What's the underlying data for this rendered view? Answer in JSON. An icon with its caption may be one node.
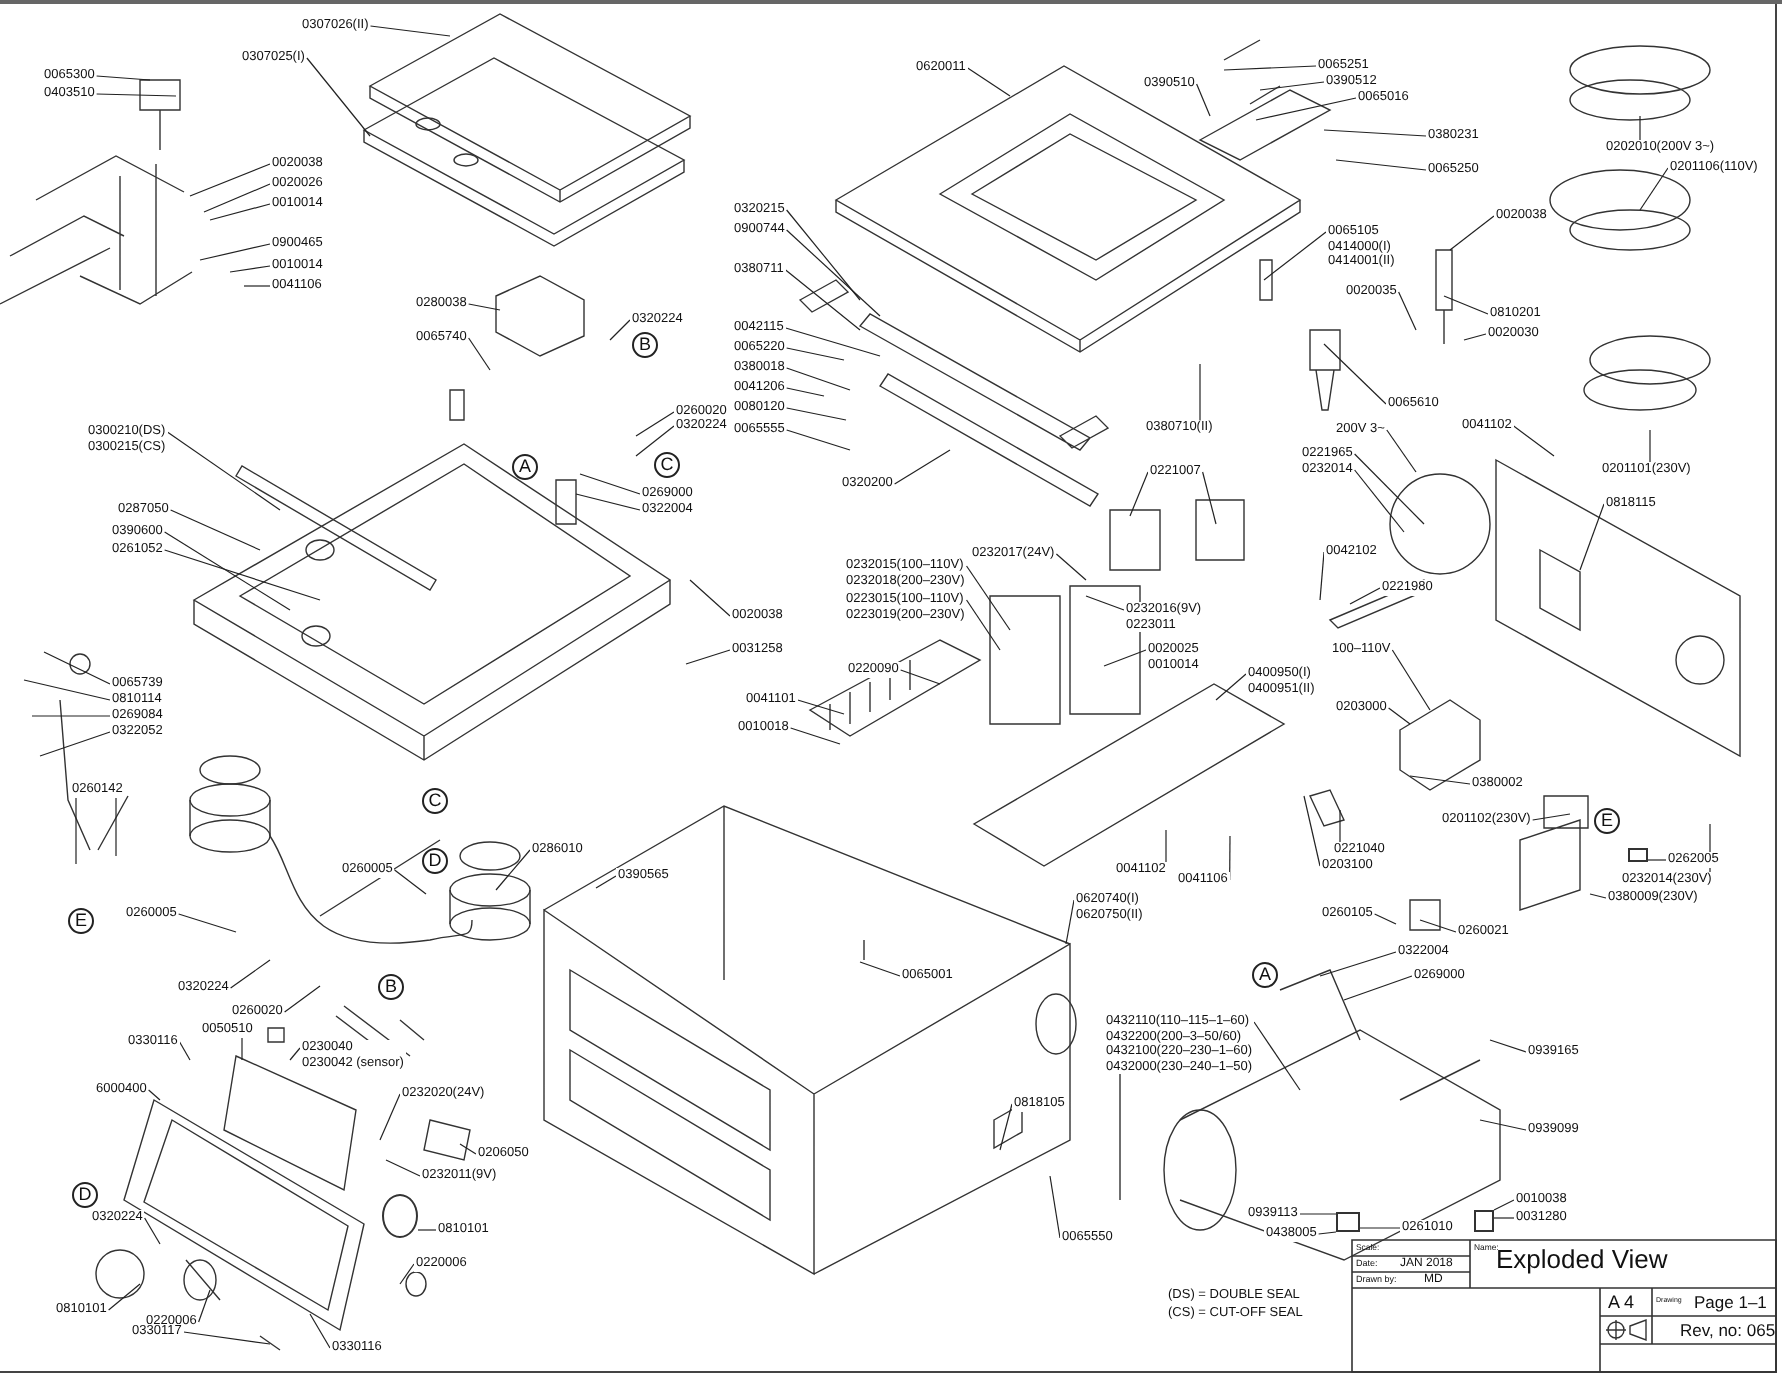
{
  "diagram": {
    "nodes": [
      {
        "text": [
          "0065300"
        ]
      },
      {
        "text": [
          "0403510"
        ]
      },
      {
        "text": [
          "0307026(II)"
        ]
      },
      {
        "text": [
          "0307025(I)"
        ]
      },
      {
        "text": [
          "0020038"
        ]
      },
      {
        "text": [
          "0020026"
        ]
      },
      {
        "text": [
          "0010014"
        ]
      },
      {
        "text": [
          "0900465"
        ]
      },
      {
        "text": [
          "0010014"
        ]
      },
      {
        "text": [
          "0041106"
        ]
      },
      {
        "text": [
          "0620011"
        ]
      },
      {
        "text": [
          "0390510"
        ]
      },
      {
        "text": [
          "0065251"
        ]
      },
      {
        "text": [
          "0390512"
        ]
      },
      {
        "text": [
          "0065016"
        ]
      },
      {
        "text": [
          "0380231"
        ]
      },
      {
        "text": [
          "0065250"
        ]
      },
      {
        "text": [
          "0202010(200V 3~)"
        ]
      },
      {
        "text": [
          "0201106(110V)"
        ]
      },
      {
        "text": [
          "0320215"
        ]
      },
      {
        "text": [
          "0900744"
        ]
      },
      {
        "text": [
          "0020038"
        ]
      },
      {
        "text": [
          "0065105",
          "0414000(I)",
          "0414001(II)"
        ]
      },
      {
        "text": [
          "0380711"
        ]
      },
      {
        "text": [
          "0020035"
        ]
      },
      {
        "text": [
          "0280038"
        ]
      },
      {
        "text": [
          "0810201"
        ]
      },
      {
        "text": [
          "0042115"
        ]
      },
      {
        "text": [
          "0020030"
        ]
      },
      {
        "text": [
          "0065740"
        ]
      },
      {
        "text": [
          "0065220"
        ]
      },
      {
        "text": [
          "0380018"
        ]
      },
      {
        "text": [
          "0041206"
        ]
      },
      {
        "text": [
          "0065610"
        ]
      },
      {
        "text": [
          "0080120"
        ]
      },
      {
        "text": [
          "0320224"
        ]
      },
      {
        "text": [
          "0260020"
        ]
      },
      {
        "text": [
          "0320224"
        ]
      },
      {
        "text": [
          "0065555"
        ]
      },
      {
        "text": [
          "0300210(DS)",
          "0300215(CS)"
        ]
      },
      {
        "text": [
          "0380710(II)"
        ]
      },
      {
        "text": [
          "200V 3~"
        ]
      },
      {
        "text": [
          "0041102"
        ]
      },
      {
        "text": [
          "0221965"
        ]
      },
      {
        "text": [
          "0232014"
        ]
      },
      {
        "text": [
          "0201101(230V)"
        ]
      },
      {
        "text": [
          "0221007"
        ]
      },
      {
        "text": [
          "0320200"
        ]
      },
      {
        "text": [
          "0269000"
        ]
      },
      {
        "text": [
          "0322004"
        ]
      },
      {
        "text": [
          "0818115"
        ]
      },
      {
        "text": [
          "0287050"
        ]
      },
      {
        "text": [
          "0390600"
        ]
      },
      {
        "text": [
          "0261052"
        ]
      },
      {
        "text": [
          "0042102"
        ]
      },
      {
        "text": [
          "0232017(24V)"
        ]
      },
      {
        "text": [
          "0232015(100–110V)",
          "0232018(200–230V)"
        ]
      },
      {
        "text": [
          "0221980"
        ]
      },
      {
        "text": [
          "0223015(100–110V)",
          "0223019(200–230V)"
        ]
      },
      {
        "text": [
          "0232016(9V)",
          "0223011"
        ]
      },
      {
        "text": [
          "0020038"
        ]
      },
      {
        "text": [
          "0020025",
          "0010014"
        ]
      },
      {
        "text": [
          "0031258"
        ]
      },
      {
        "text": [
          "100–110V"
        ]
      },
      {
        "text": [
          "0220090"
        ]
      },
      {
        "text": [
          "0400950(I)",
          "0400951(II)"
        ]
      },
      {
        "text": [
          "0065739"
        ]
      },
      {
        "text": [
          "0810114"
        ]
      },
      {
        "text": [
          "0269084"
        ]
      },
      {
        "text": [
          "0322052"
        ]
      },
      {
        "text": [
          "0041101"
        ]
      },
      {
        "text": [
          "0010018"
        ]
      },
      {
        "text": [
          "0203000"
        ]
      },
      {
        "text": [
          "0380002"
        ]
      },
      {
        "text": [
          "0260142"
        ]
      },
      {
        "text": [
          "0201102(230V)"
        ]
      },
      {
        "text": [
          "0286010"
        ]
      },
      {
        "text": [
          "0221040"
        ]
      },
      {
        "text": [
          "0262005"
        ]
      },
      {
        "text": [
          "0203100"
        ]
      },
      {
        "text": [
          "0041102"
        ]
      },
      {
        "text": [
          "0260005"
        ]
      },
      {
        "text": [
          "0390565"
        ]
      },
      {
        "text": [
          "0041106"
        ]
      },
      {
        "text": [
          "0232014(230V)"
        ]
      },
      {
        "text": [
          "0380009(230V)"
        ]
      },
      {
        "text": [
          "0620740(I)",
          "0620750(II)"
        ]
      },
      {
        "text": [
          "0260005"
        ]
      },
      {
        "text": [
          "0260105"
        ]
      },
      {
        "text": [
          "0260021"
        ]
      },
      {
        "text": [
          "0322004"
        ]
      },
      {
        "text": [
          "0065001"
        ]
      },
      {
        "text": [
          "0269000"
        ]
      },
      {
        "text": [
          "0320224"
        ]
      },
      {
        "text": [
          "0260020"
        ]
      },
      {
        "text": [
          "0432110(110–115–1–60)",
          "0432200(200–3–50/60)",
          "0432100(220–230–1–60)",
          "0432000(230–240–1–50)"
        ]
      },
      {
        "text": [
          "0050510"
        ]
      },
      {
        "text": [
          "0330116"
        ]
      },
      {
        "text": [
          "0230040",
          "0230042 (sensor)"
        ]
      },
      {
        "text": [
          "0939165"
        ]
      },
      {
        "text": [
          "6000400"
        ]
      },
      {
        "text": [
          "0232020(24V)"
        ]
      },
      {
        "text": [
          "0818105"
        ]
      },
      {
        "text": [
          "0939099"
        ]
      },
      {
        "text": [
          "0206050"
        ]
      },
      {
        "text": [
          "0232011(9V)"
        ]
      },
      {
        "text": [
          "0010038"
        ]
      },
      {
        "text": [
          "0939113"
        ]
      },
      {
        "text": [
          "0320224"
        ]
      },
      {
        "text": [
          "0031280"
        ]
      },
      {
        "text": [
          "0810101"
        ]
      },
      {
        "text": [
          "0438005"
        ]
      },
      {
        "text": [
          "0065550"
        ]
      },
      {
        "text": [
          "0261010"
        ]
      },
      {
        "text": [
          "0220006"
        ]
      },
      {
        "text": [
          "0810101"
        ]
      },
      {
        "text": [
          "0220006"
        ]
      },
      {
        "text": [
          "0330117"
        ]
      },
      {
        "text": [
          "0330116"
        ]
      },
      {
        "text": [],
        "shape": "box"
      },
      {
        "text": [],
        "shape": "box"
      },
      {
        "text": [],
        "shape": "circle"
      },
      {
        "text": [],
        "shape": "box"
      }
    ],
    "edges": [
      {
        "from": 0,
        "to": null,
        "arrow": "none"
      },
      {
        "from": 1,
        "to": null,
        "arrow": "none"
      },
      {
        "from": 2,
        "to": null,
        "arrow": "none"
      },
      {
        "from": 3,
        "to": null,
        "arrow": "none"
      },
      {
        "from": 4,
        "to": null,
        "arrow": "none"
      },
      {
        "from": 5,
        "to": null,
        "arrow": "none"
      },
      {
        "from": 6,
        "to": null,
        "arrow": "none"
      },
      {
        "from": 7,
        "to": null,
        "arrow": "none"
      },
      {
        "from": 8,
        "to": null,
        "arrow": "none"
      },
      {
        "from": 9,
        "to": null,
        "arrow": "none"
      },
      {
        "from": 10,
        "to": null,
        "arrow": "none"
      },
      {
        "from": 11,
        "to": null,
        "arrow": "none"
      },
      {
        "from": 12,
        "to": null,
        "arrow": "none"
      },
      {
        "from": 13,
        "to": null,
        "arrow": "none"
      },
      {
        "from": 14,
        "to": null,
        "arrow": "none"
      },
      {
        "from": 15,
        "to": null,
        "arrow": "none"
      },
      {
        "from": 16,
        "to": null,
        "arrow": "none"
      },
      {
        "from": 17,
        "to": null,
        "arrow": "none"
      },
      {
        "from": 18,
        "to": null,
        "arrow": "none"
      },
      {
        "from": 19,
        "to": null,
        "arrow": "none"
      },
      {
        "from": 20,
        "to": null,
        "arrow": "none"
      },
      {
        "from": 21,
        "to": null,
        "arrow": "none"
      },
      {
        "from": 22,
        "to": null,
        "arrow": "none"
      },
      {
        "from": 23,
        "to": null,
        "arrow": "none"
      },
      {
        "from": 24,
        "to": null,
        "arrow": "none"
      },
      {
        "from": 25,
        "to": null,
        "arrow": "none"
      },
      {
        "from": 26,
        "to": null,
        "arrow": "none"
      },
      {
        "from": 27,
        "to": null,
        "arrow": "none"
      },
      {
        "from": 28,
        "to": null,
        "arrow": "none"
      },
      {
        "from": 29,
        "to": null,
        "arrow": "none"
      },
      {
        "from": 30,
        "to": null,
        "arrow": "none"
      },
      {
        "from": 31,
        "to": null,
        "arrow": "none"
      },
      {
        "from": 32,
        "to": null,
        "arrow": "none"
      },
      {
        "from": 33,
        "to": null,
        "arrow": "none"
      },
      {
        "from": 34,
        "to": null,
        "arrow": "none"
      },
      {
        "from": 35,
        "to": null,
        "arrow": "none"
      },
      {
        "from": 36,
        "to": null,
        "arrow": "none"
      },
      {
        "from": 37,
        "to": null,
        "arrow": "none"
      },
      {
        "from": 38,
        "to": null,
        "arrow": "none"
      },
      {
        "from": 39,
        "to": null,
        "arrow": "none"
      },
      {
        "from": 40,
        "to": null,
        "arrow": "none"
      },
      {
        "from": 41,
        "to": null,
        "arrow": "none"
      },
      {
        "from": 42,
        "to": null,
        "arrow": "none"
      },
      {
        "from": 43,
        "to": null,
        "arrow": "none"
      },
      {
        "from": 44,
        "to": null,
        "arrow": "none"
      },
      {
        "from": 45,
        "to": null,
        "arrow": "none"
      },
      {
        "from": 46,
        "to": null,
        "arrow": "none"
      },
      {
        "from": 47,
        "to": null,
        "arrow": "none"
      },
      {
        "from": 48,
        "to": null,
        "arrow": "none"
      },
      {
        "from": 49,
        "to": null,
        "arrow": "none"
      },
      {
        "from": 50,
        "to": null,
        "arrow": "none"
      },
      {
        "from": 51,
        "to": null,
        "arrow": "none"
      },
      {
        "from": 52,
        "to": null,
        "arrow": "none"
      },
      {
        "from": 53,
        "to": null,
        "arrow": "none"
      },
      {
        "from": 54,
        "to": null,
        "arrow": "none"
      },
      {
        "from": 55,
        "to": null,
        "arrow": "none"
      },
      {
        "from": 56,
        "to": null,
        "arrow": "none"
      },
      {
        "from": 57,
        "to": null,
        "arrow": "none"
      },
      {
        "from": 58,
        "to": null,
        "arrow": "none"
      },
      {
        "from": 59,
        "to": null,
        "arrow": "none"
      },
      {
        "from": 60,
        "to": null,
        "arrow": "none"
      },
      {
        "from": 61,
        "to": null,
        "arrow": "none"
      },
      {
        "from": 62,
        "to": null,
        "arrow": "none"
      },
      {
        "from": 63,
        "to": null,
        "arrow": "none"
      },
      {
        "from": 64,
        "to": null,
        "arrow": "none"
      },
      {
        "from": 65,
        "to": null,
        "arrow": "none"
      },
      {
        "from": 66,
        "to": null,
        "arrow": "none"
      },
      {
        "from": 67,
        "to": null,
        "arrow": "none"
      },
      {
        "from": 68,
        "to": null,
        "arrow": "none"
      },
      {
        "from": 69,
        "to": null,
        "arrow": "none"
      },
      {
        "from": 70,
        "to": null,
        "arrow": "none"
      },
      {
        "from": 71,
        "to": null,
        "arrow": "none"
      },
      {
        "from": 72,
        "to": null,
        "arrow": "none"
      },
      {
        "from": 73,
        "to": null,
        "arrow": "none"
      },
      {
        "from": 74,
        "to": null,
        "arrow": "none"
      },
      {
        "from": 75,
        "to": null,
        "arrow": "none"
      },
      {
        "from": 76,
        "to": null,
        "arrow": "none"
      },
      {
        "from": 77,
        "to": null,
        "arrow": "none"
      },
      {
        "from": 78,
        "to": 119,
        "arrow": "none"
      },
      {
        "from": 79,
        "to": null,
        "arrow": "none"
      },
      {
        "from": 80,
        "to": null,
        "arrow": "none"
      },
      {
        "from": 81,
        "to": null,
        "arrow": "none"
      },
      {
        "from": 82,
        "to": null,
        "arrow": "none"
      },
      {
        "from": 83,
        "to": null,
        "arrow": "none"
      },
      {
        "from": 84,
        "to": null,
        "arrow": "none"
      },
      {
        "from": 85,
        "to": null,
        "arrow": "none"
      },
      {
        "from": 86,
        "to": null,
        "arrow": "none"
      },
      {
        "from": 87,
        "to": null,
        "arrow": "none"
      },
      {
        "from": 88,
        "to": null,
        "arrow": "none"
      },
      {
        "from": 89,
        "to": null,
        "arrow": "none"
      },
      {
        "from": 90,
        "to": null,
        "arrow": "none"
      },
      {
        "from": 91,
        "to": null,
        "arrow": "none"
      },
      {
        "from": 92,
        "to": null,
        "arrow": "none"
      },
      {
        "from": 93,
        "to": null,
        "arrow": "none"
      },
      {
        "from": 94,
        "to": null,
        "arrow": "none"
      },
      {
        "from": 95,
        "to": null,
        "arrow": "none"
      },
      {
        "from": 96,
        "to": null,
        "arrow": "none"
      },
      {
        "from": 97,
        "to": null,
        "arrow": "none"
      },
      {
        "from": 98,
        "to": null,
        "arrow": "none"
      },
      {
        "from": 99,
        "to": null,
        "arrow": "none"
      },
      {
        "from": 100,
        "to": null,
        "arrow": "none"
      },
      {
        "from": 101,
        "to": null,
        "arrow": "none"
      },
      {
        "from": 102,
        "to": null,
        "arrow": "none"
      },
      {
        "from": 103,
        "to": null,
        "arrow": "none"
      },
      {
        "from": 104,
        "to": null,
        "arrow": "none"
      },
      {
        "from": 105,
        "to": null,
        "arrow": "none"
      },
      {
        "from": 106,
        "to": 120,
        "arrow": "none"
      },
      {
        "from": 107,
        "to": 122,
        "arrow": "none"
      },
      {
        "from": 108,
        "to": null,
        "arrow": "none"
      },
      {
        "from": 109,
        "to": 120,
        "arrow": "none"
      },
      {
        "from": 110,
        "to": 121,
        "arrow": "none"
      },
      {
        "from": 111,
        "to": 122,
        "arrow": "none"
      },
      {
        "from": 112,
        "to": null,
        "arrow": "none"
      },
      {
        "from": 113,
        "to": 122,
        "arrow": "none"
      },
      {
        "from": 114,
        "to": null,
        "arrow": "none"
      },
      {
        "from": 115,
        "to": null,
        "arrow": "none"
      },
      {
        "from": 116,
        "to": null,
        "arrow": "none"
      },
      {
        "from": 117,
        "to": null,
        "arrow": "none"
      },
      {
        "from": 118,
        "to": null,
        "arrow": "none"
      },
      {
        "from": 46,
        "to": null,
        "arrow": "none"
      },
      {
        "from": 74,
        "to": null,
        "arrow": "none"
      }
    ],
    "labels": [
      "B",
      "C",
      "A",
      "C",
      "E",
      "D",
      "E",
      "A",
      "B",
      "D",
      "(DS) = DOUBLE SEAL",
      "(CS) = CUT-OFF SEAL",
      "Scale:",
      "Name:",
      "Exploded View",
      "Date:",
      "JAN 2018",
      "Drawn by:",
      "MD",
      "A 4",
      "Drawing",
      "Page 1–1",
      "Rev, no: 065"
    ]
  }
}
